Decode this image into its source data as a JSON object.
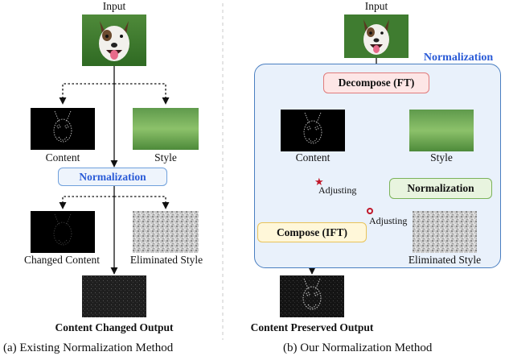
{
  "left": {
    "input_label": "Input",
    "content_label": "Content",
    "style_label": "Style",
    "normalization_label": "Normalization",
    "changed_content_label": "Changed Content",
    "eliminated_style_label": "Eliminated Style",
    "output_label": "Content Changed Output",
    "caption": "(a) Existing Normalization Method"
  },
  "right": {
    "input_label": "Input",
    "region_label": "Normalization",
    "decompose_label": "Decompose (FT)",
    "content_label": "Content",
    "style_label": "Style",
    "normalization_label": "Normalization",
    "adjusting_label_1": "Adjusting",
    "adjusting_label_2": "Adjusting",
    "compose_label": "Compose (IFT)",
    "eliminated_style_label": "Eliminated Style",
    "output_label": "Content Preserved Output",
    "caption": "(b) Our Normalization Method"
  },
  "colors": {
    "region_fill": "#e9f1fb",
    "region_border": "#4a7fc1",
    "accent_blue": "#2a5bd7",
    "decompose_fill": "#fde6e6",
    "decompose_border": "#e07b7b",
    "norm_fill": "#e8f4df",
    "norm_border": "#7bb35a",
    "compose_fill": "#fff7d9",
    "compose_border": "#e8c35a",
    "star": "#c0182a"
  }
}
